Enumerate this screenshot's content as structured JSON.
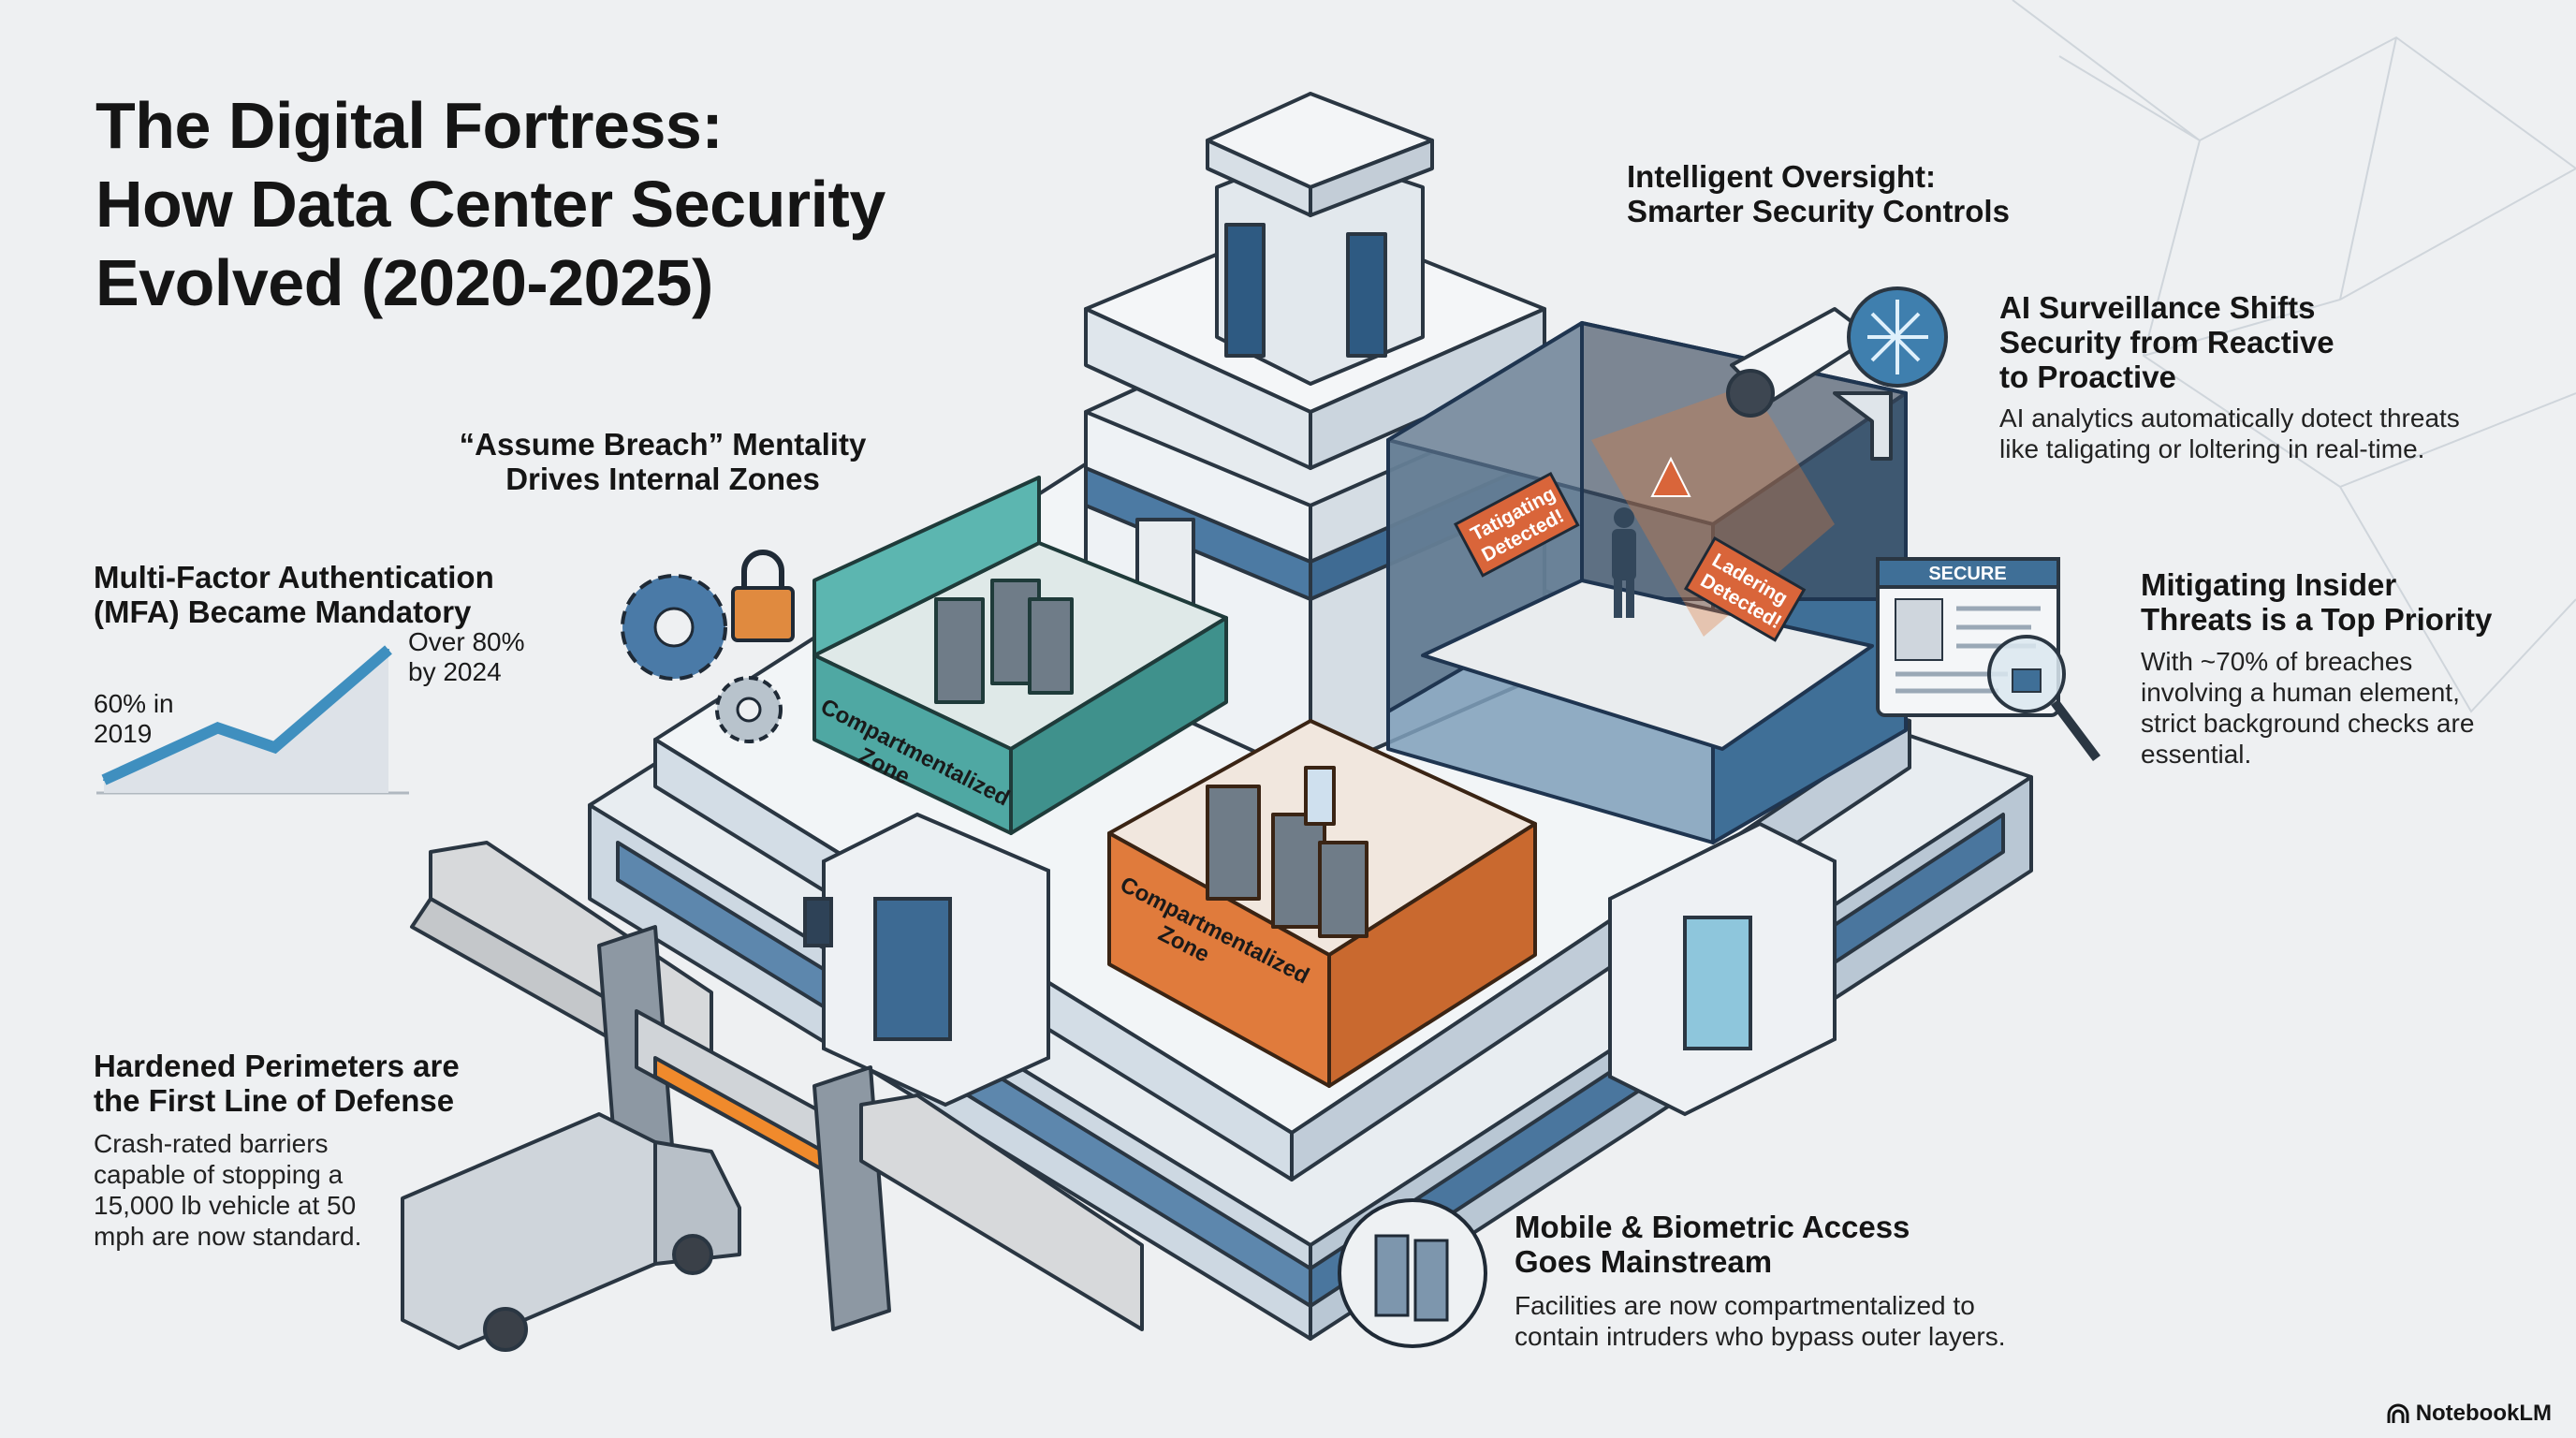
{
  "title": {
    "line1": "The Digital Fortress:",
    "line2": "How Data Center Security",
    "line3": "Evolved (2020-2025)"
  },
  "oversight": {
    "line1": "Intelligent Oversight:",
    "line2": "Smarter Security Controls"
  },
  "ai_surveillance": {
    "heading": [
      "AI Surveillance Shifts",
      "Security from Reactive",
      "to Proactive"
    ],
    "body": [
      "AI analytics automatically dotect threats",
      "like taligating or loltering in real-time."
    ]
  },
  "assume_breach": {
    "line1": "“Assume Breach” Mentality",
    "line2": "Drives Internal Zones"
  },
  "mfa": {
    "heading": [
      "Multi-Factor Authentication",
      "(MFA) Became Mandatory"
    ],
    "label_start": [
      "60% in",
      "2019"
    ],
    "label_end": [
      "Over 80%",
      "by 2024"
    ]
  },
  "chart_data": {
    "type": "area",
    "title": "Multi-Factor Authentication (MFA) Became Mandatory",
    "x": [
      2019,
      2021,
      2022,
      2024
    ],
    "values": [
      60,
      68,
      65,
      80
    ],
    "annotations": [
      "60% in 2019",
      "Over 80% by 2024"
    ],
    "ylim": [
      58,
      82
    ],
    "color": "#3f8fbf"
  },
  "perimeter": {
    "heading": [
      "Hardened Perimeters are",
      "the First Line of Defense"
    ],
    "body": [
      "Crash-rated barriers",
      "capable of stopping a",
      "15,000 lb vehicle at 50",
      "mph are now standard."
    ]
  },
  "mobile": {
    "heading": [
      "Mobile & Biometric Access",
      "Goes Mainstream"
    ],
    "body": [
      "Facilities are now compartmentalized to",
      "contain intruders who bypass outer layers."
    ]
  },
  "insider": {
    "heading": [
      "Mitigating Insider",
      "Threats is a Top Priority"
    ],
    "body": [
      "With ~70% of breaches",
      "involving a human element,",
      "strict background checks are",
      "essential."
    ]
  },
  "illustration": {
    "zone_label": [
      "Compartmentalized",
      "Zone"
    ],
    "alert1": [
      "Tatigating",
      "Detected!"
    ],
    "alert2": [
      "Ladering",
      "Detected!"
    ],
    "secure_card": "SECURE"
  },
  "brand": "NotebookLM",
  "colors": {
    "teal": "#4fa8a3",
    "orange": "#e07b3c",
    "blue": "#3f6f97",
    "alert": "#d9653a",
    "dark": "#1f2a36"
  }
}
